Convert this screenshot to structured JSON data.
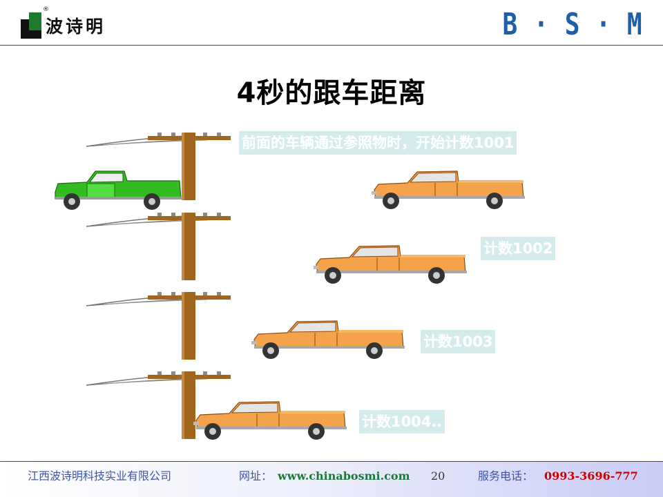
{
  "header": {
    "logo_text": "波诗明",
    "registered_mark": "®",
    "brand_right": "B · S · M"
  },
  "slide": {
    "title": "4秒的跟车距离",
    "labels": [
      "前面的车辆通过参照物时，开始计数1001",
      "计数1002",
      "计数1003",
      "计数1004.."
    ]
  },
  "footer": {
    "company": "江西波诗明科技实业有限公司",
    "website_label": "网址：",
    "website_url": "www.chinabosmi.com",
    "page_number": "20",
    "phone_label": "服务电话：",
    "phone_number": "0993-3696-777"
  },
  "colors": {
    "brand_blue": "#1f5fa8",
    "logo_green": "#1f7a2e",
    "truck_orange": "#f4a34a",
    "truck_green": "#33bb22",
    "pole_brown": "#a0661e",
    "label_bg": "#d4ecec",
    "footer_text": "#3d55a3",
    "phone_red": "#cc0000"
  }
}
